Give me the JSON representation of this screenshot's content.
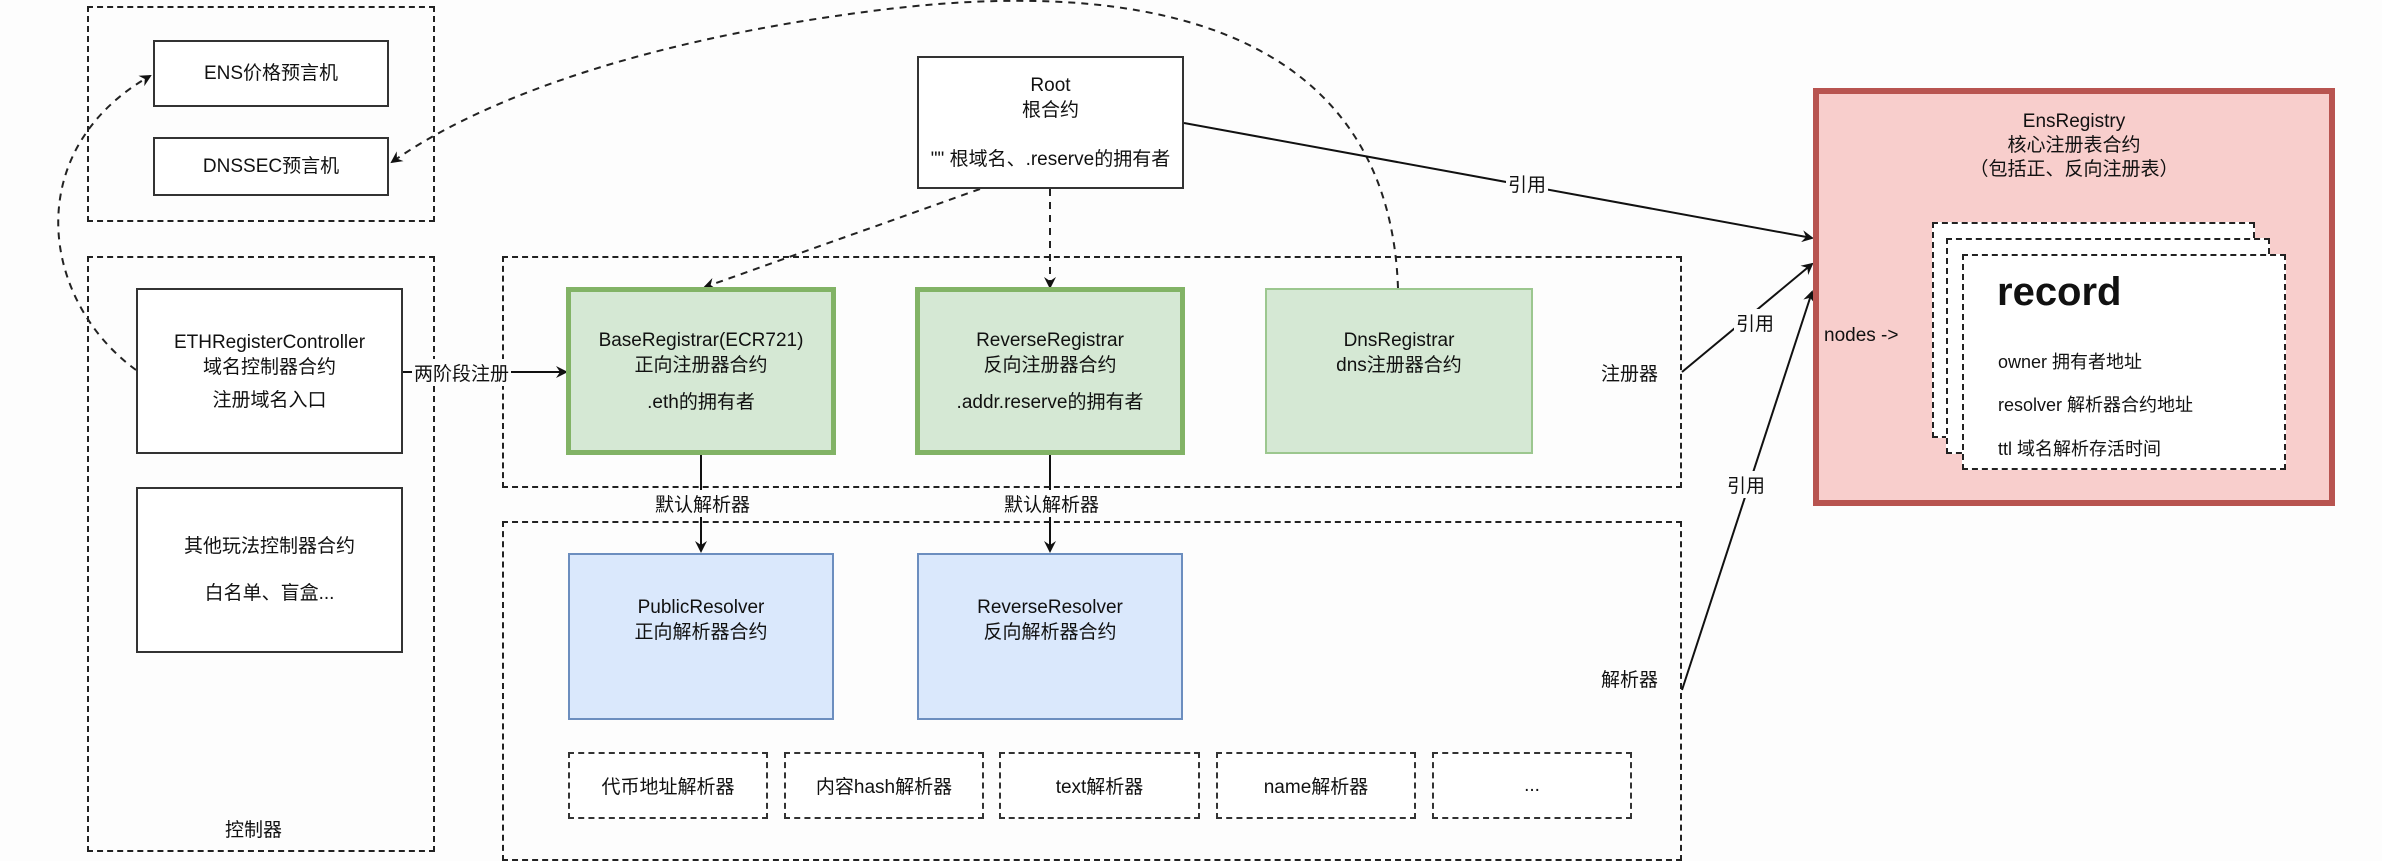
{
  "oracles": {
    "ens_price": "ENS价格预言机",
    "dnssec": "DNSSEC预言机"
  },
  "controllers": {
    "group_label": "控制器",
    "eth": {
      "name": "ETHRegisterController",
      "desc": "域名控制器合约",
      "note": "注册域名入口"
    },
    "other": {
      "desc": "其他玩法控制器合约",
      "note": "白名单、盲盒..."
    }
  },
  "root": {
    "name": "Root",
    "desc": "根合约",
    "note": "\"\" 根域名、.reserve的拥有者"
  },
  "registrars": {
    "group_label": "注册器",
    "base": {
      "name": "BaseRegistrar(ECR721)",
      "desc": "正向注册器合约",
      "note": ".eth的拥有者"
    },
    "reverse": {
      "name": "ReverseRegistrar",
      "desc": "反向注册器合约",
      "note": ".addr.reserve的拥有者"
    },
    "dns": {
      "name": "DnsRegistrar",
      "desc": "dns注册器合约"
    }
  },
  "resolvers": {
    "group_label": "解析器",
    "public": {
      "name": "PublicResolver",
      "desc": "正向解析器合约"
    },
    "reverse": {
      "name": "ReverseResolver",
      "desc": "反向解析器合约"
    },
    "sub": [
      "代币地址解析器",
      "内容hash解析器",
      "text解析器",
      "name解析器",
      "..."
    ]
  },
  "registry": {
    "name": "EnsRegistry",
    "desc": "核心注册表合约",
    "note": "（包括正、反向注册表）",
    "nodes_label": "nodes  ->",
    "record": {
      "title": "record",
      "items": [
        "owner 拥有者地址",
        "resolver 解析器合约地址",
        "ttl 域名解析存活时间"
      ]
    }
  },
  "edges": {
    "two_phase": "两阶段注册",
    "default_resolver": "默认解析器",
    "reference": "引用"
  },
  "colors": {
    "registrar_fill": "#d5e8d4",
    "registrar_border": "#82b366",
    "resolver_fill": "#dae8fc",
    "resolver_border": "#6c8ebf",
    "registry_fill": "#f8cecc",
    "registry_border": "#b85450"
  }
}
